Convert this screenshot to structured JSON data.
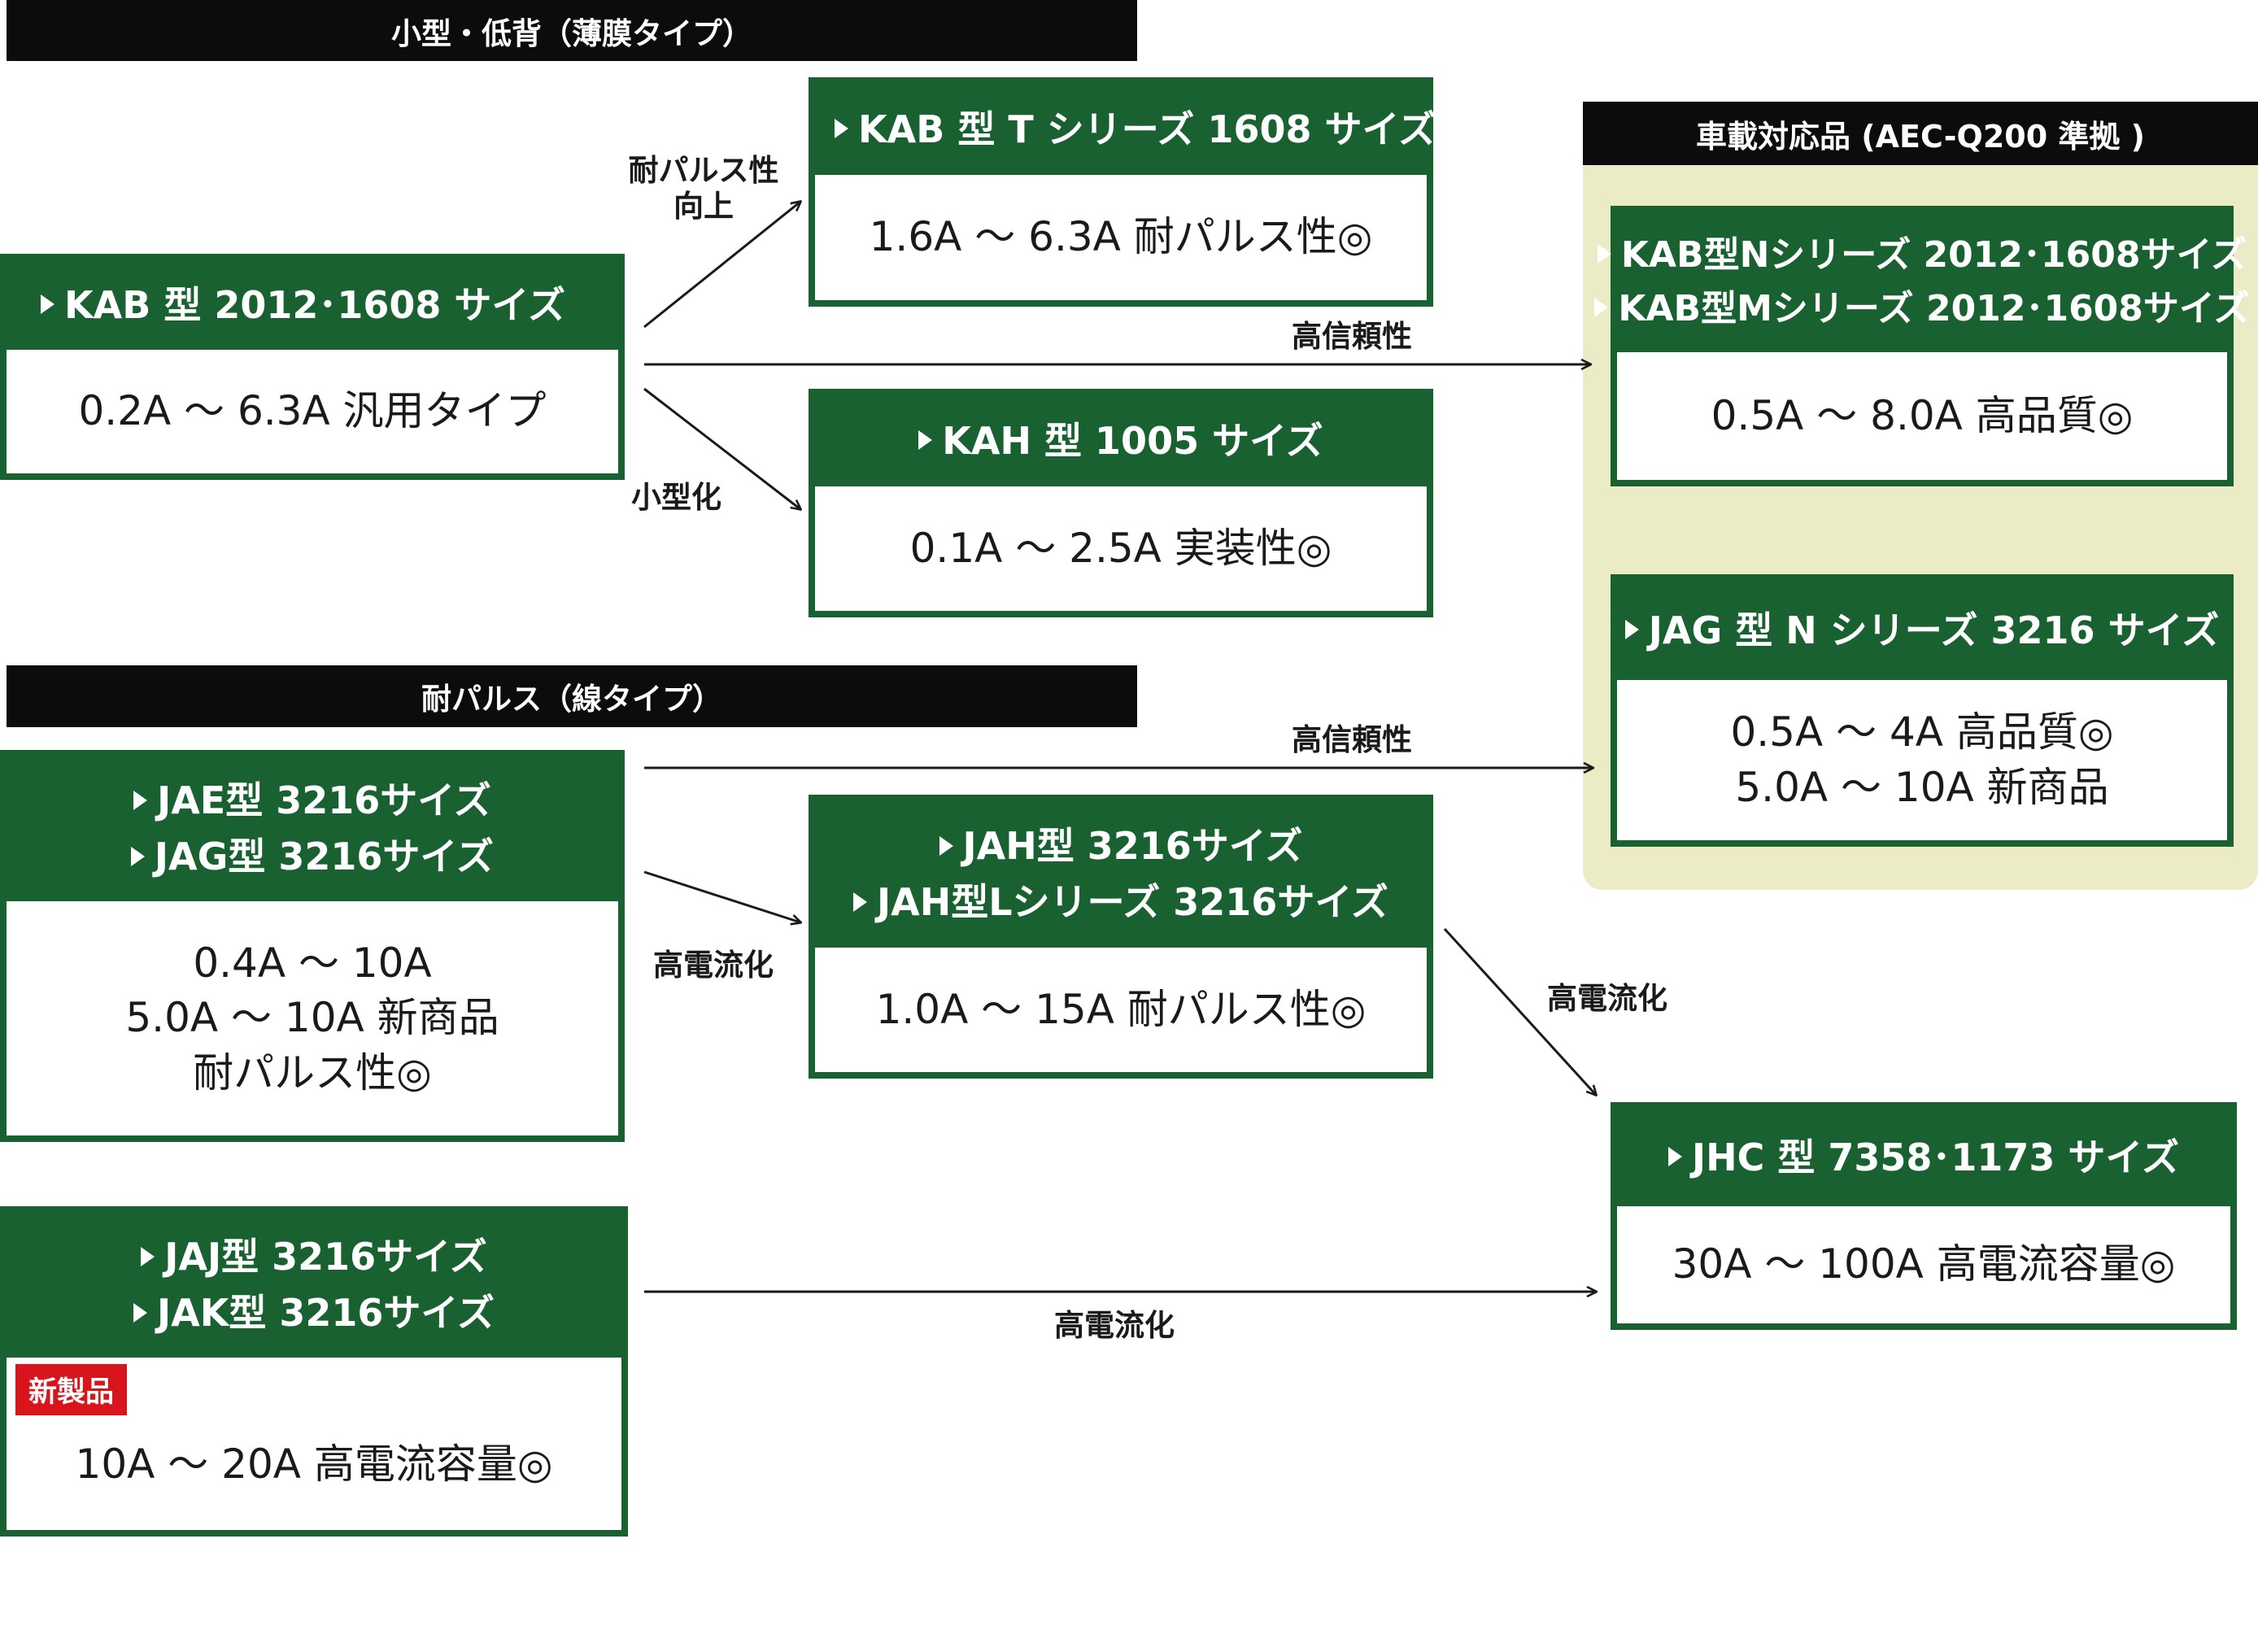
{
  "sections": {
    "thin_film": "小型・低背（薄膜タイプ）",
    "wire": "耐パルス（線タイプ）",
    "automotive": "車載対応品 (AEC-Q200 準拠 )"
  },
  "boxes": {
    "kab": {
      "head": [
        "KAB 型 2012･1608 サイズ"
      ],
      "body": [
        "0.2A ～ 6.3A 汎用タイプ"
      ]
    },
    "kab_t": {
      "head": [
        "KAB 型 T シリーズ 1608 サイズ"
      ],
      "body": [
        "1.6A ～ 6.3A 耐パルス性◎"
      ]
    },
    "kah": {
      "head": [
        "KAH 型 1005 サイズ"
      ],
      "body": [
        "0.1A ～ 2.5A 実装性◎"
      ]
    },
    "kab_nm": {
      "head": [
        "KAB型Nシリーズ 2012･1608サイズ",
        "KAB型Mシリーズ 2012･1608サイズ"
      ],
      "body": [
        "0.5A ～ 8.0A 高品質◎"
      ]
    },
    "jag_n": {
      "head": [
        "JAG 型 N シリーズ 3216 サイズ"
      ],
      "body": [
        "0.5A ～ 4A 高品質◎",
        "5.0A ～ 10A 新商品"
      ]
    },
    "jae_jag": {
      "head": [
        "JAE型 3216サイズ",
        "JAG型 3216サイズ"
      ],
      "body": [
        "0.4A ～ 10A",
        "5.0A ～ 10A 新商品",
        "耐パルス性◎"
      ]
    },
    "jah": {
      "head": [
        "JAH型 3216サイズ",
        "JAH型Lシリーズ 3216サイズ"
      ],
      "body": [
        "1.0A ～ 15A 耐パルス性◎"
      ]
    },
    "jaj_jak": {
      "head": [
        "JAJ型 3216サイズ",
        "JAK型 3216サイズ"
      ],
      "body": [
        "10A ～ 20A 高電流容量◎"
      ],
      "badge": "新製品"
    },
    "jhc": {
      "head": [
        "JHC 型 7358･1173 サイズ"
      ],
      "body": [
        "30A ～ 100A 高電流容量◎"
      ]
    }
  },
  "arrow_labels": {
    "pulse_up": [
      "耐パルス性",
      "向上"
    ],
    "reliability_1": "高信頼性",
    "miniaturize": "小型化",
    "reliability_2": "高信頼性",
    "high_current_1": "高電流化",
    "high_current_2": "高電流化",
    "high_current_3": "高電流化"
  }
}
